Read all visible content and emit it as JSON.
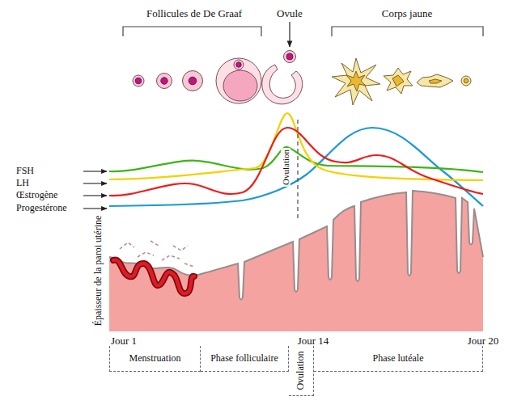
{
  "diagram": {
    "nodes": [
      {
        "text": [
          "Menstruation"
        ]
      },
      {
        "text": [
          "Phase folliculaire"
        ]
      },
      {
        "text": [
          "Ovulation"
        ]
      },
      {
        "text": [
          "Phase lutéale"
        ]
      }
    ],
    "labels": [
      "Follicules de De Graaf",
      "Ovule",
      "Corps jaune",
      "FSH",
      "LH",
      "Œstrogène",
      "Progestérone",
      "Ovulation",
      "Épaisseur de la paroi utérine",
      "Jour 1",
      "Jour 14",
      "Jour 20"
    ]
  }
}
